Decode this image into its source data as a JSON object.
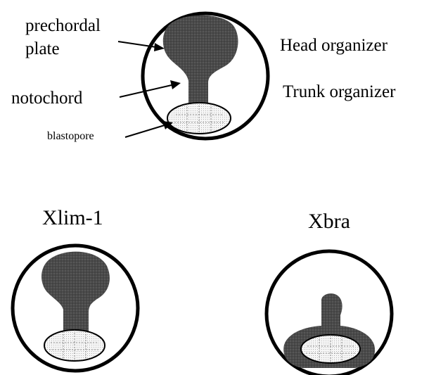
{
  "labels": {
    "prechordal_line1": "prechordal",
    "prechordal_line2": "plate",
    "notochord": "notochord",
    "blastopore": "blastopore",
    "head_organizer": "Head organizer",
    "trunk_organizer": "Trunk organizer"
  },
  "panels": {
    "xlim1_title": "Xlim-1",
    "xbra_title": "Xbra"
  },
  "colors": {
    "stain": "#4a4a4a",
    "outline": "#000000",
    "blastopore_fill": "#f4f4f4",
    "background": "#ffffff"
  }
}
